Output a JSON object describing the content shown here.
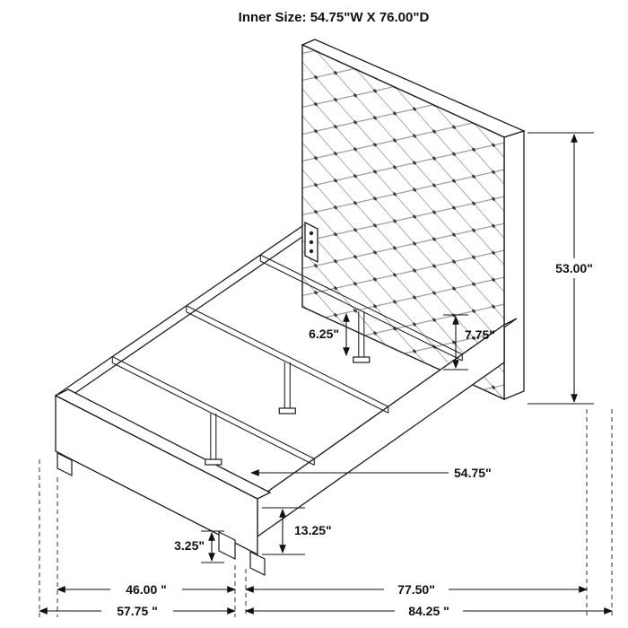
{
  "title": "Inner Size: 54.75\"W X 76.00\"D",
  "dimensions": {
    "headboard_height": "53.00\"",
    "rail_height": "7.75\"",
    "center_leg_height": "6.25\"",
    "slat_length": "54.75\"",
    "footboard_height": "13.25\"",
    "foot_leg_height": "3.25\"",
    "inner_width": "46.00 \"",
    "outer_width": "57.75 \"",
    "inner_length": "77.50\"",
    "outer_length": "84.25 \""
  }
}
